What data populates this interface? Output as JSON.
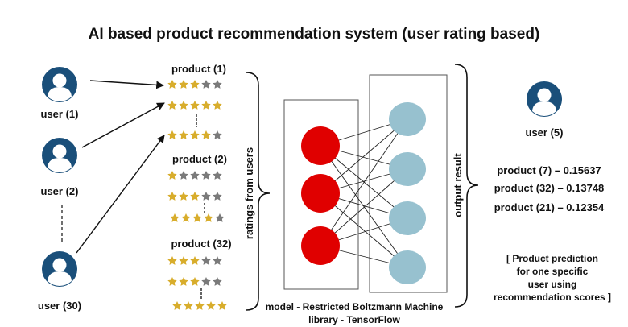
{
  "title": "AI based product recommendation system (user rating based)",
  "users": [
    {
      "label": "user (1)"
    },
    {
      "label": "user (2)"
    },
    {
      "label": "user (30)"
    }
  ],
  "target_user": {
    "label": "user (5)"
  },
  "products": [
    {
      "label": "product (1)",
      "ratings": [
        3,
        5,
        4
      ]
    },
    {
      "label": "product (2)",
      "ratings": [
        1,
        3,
        4
      ]
    },
    {
      "label": "product (32)",
      "ratings": [
        3,
        3,
        5
      ]
    }
  ],
  "ratings_label": "ratings from users",
  "output_label": "output result",
  "model_caption": "model - Restricted Boltzmann Machine",
  "library_caption": "library - TensorFlow",
  "results": [
    "product (7) – 0.15637",
    "product (32) – 0.13748",
    "product (21) – 0.12354"
  ],
  "note_lines": [
    "[ Product prediction",
    "for one specific",
    "user using",
    "recommendation scores ]"
  ],
  "colors": {
    "user_icon": "#1a4f7a",
    "star_filled": "#d8ad2c",
    "star_empty": "#7a7a7a",
    "visible_node": "#e00000",
    "hidden_node": "#97c1cf"
  },
  "icons": [
    "user-avatar-icon",
    "star-icon"
  ]
}
